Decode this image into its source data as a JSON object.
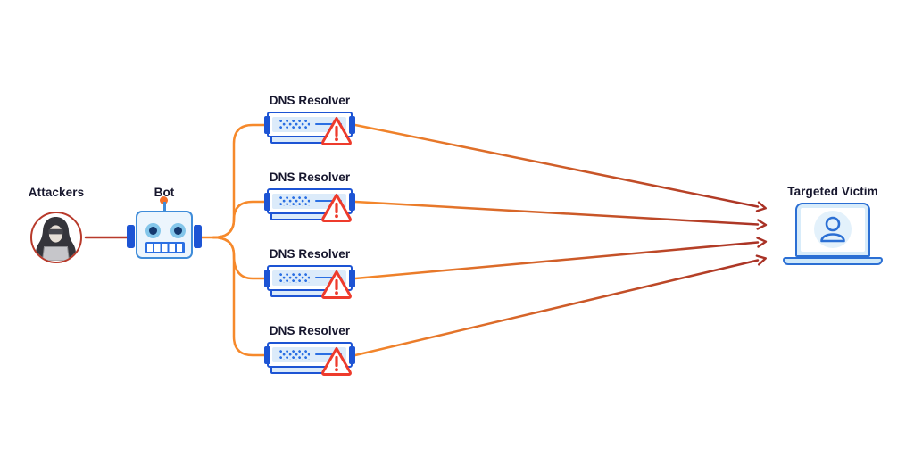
{
  "nodes": {
    "attackers": {
      "label": "Attackers",
      "icon": "hacker-icon"
    },
    "bot": {
      "label": "Bot",
      "icon": "robot-icon"
    },
    "resolvers": [
      {
        "label": "DNS Resolver",
        "icon": "server-warning-icon"
      },
      {
        "label": "DNS Resolver",
        "icon": "server-warning-icon"
      },
      {
        "label": "DNS Resolver",
        "icon": "server-warning-icon"
      },
      {
        "label": "DNS Resolver",
        "icon": "server-warning-icon"
      }
    ],
    "victim": {
      "label": "Targeted Victim",
      "icon": "laptop-user-icon"
    }
  },
  "colors": {
    "orange": "#f6892b",
    "dark_red": "#a93226",
    "line_red": "#b83a2b",
    "label_text": "#17172e",
    "blue_deep": "#1d54d4",
    "blue_mid": "#2b6fd4",
    "blue_bot_border": "#3f8cd9",
    "blue_accent": "#2b6fe3",
    "panel_blue": "#dcebfa",
    "bot_fill": "#ecf5fd",
    "eye_ring": "#84c6ea",
    "eye_pupil": "#14386e",
    "antenna_orange": "#f4702a",
    "warning_red": "#ee3b2c",
    "bezel_blue": "#d8ecfa",
    "base_blue": "#cfe9fa",
    "avatar_blue": "#e3f1fb",
    "hood_gray": "#35353b",
    "face_tan": "#e7dfd6",
    "laptop_gray": "#c6c6ca"
  }
}
